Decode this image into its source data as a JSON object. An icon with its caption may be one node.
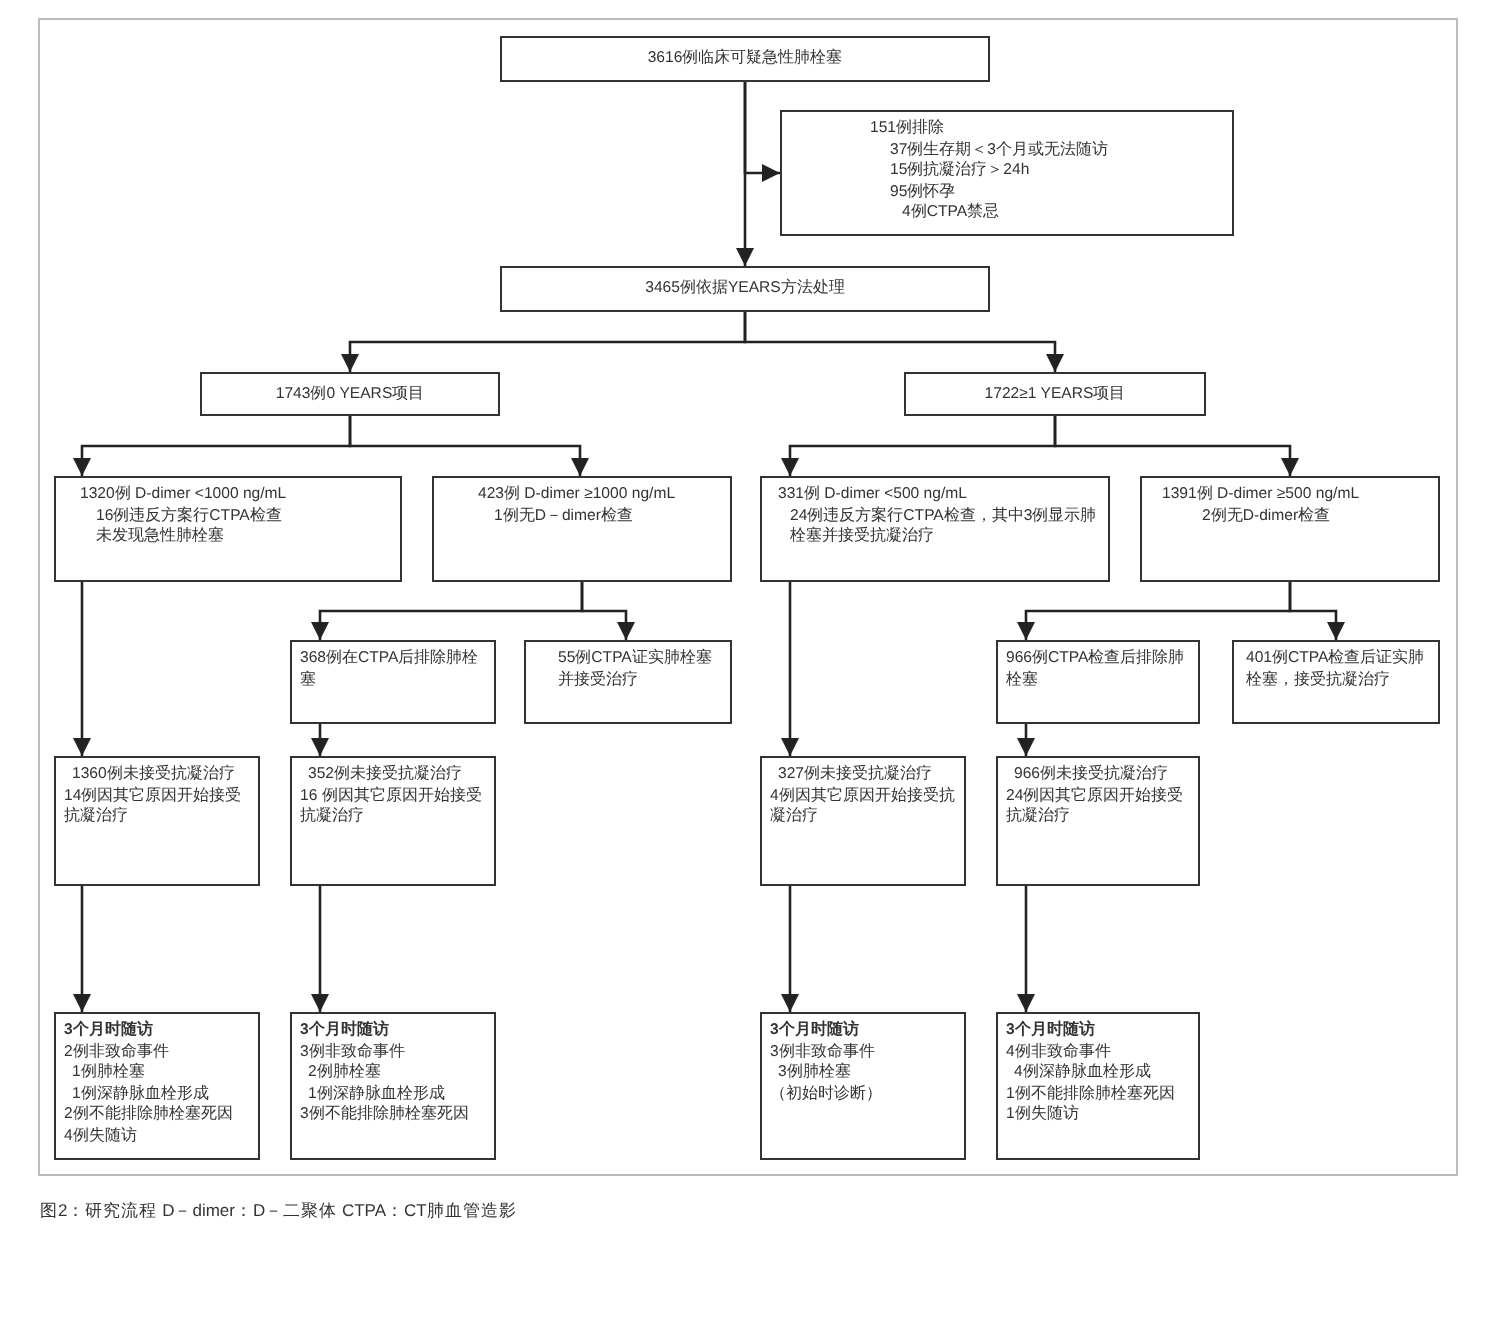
{
  "diagram": {
    "caption": "图2：研究流程 D－dimer：D－二聚体 CTPA：CT肺血管造影",
    "nodes": [
      {
        "text": [
          "3616例临床可疑急性肺栓塞"
        ]
      },
      {
        "text": [
          "151例排除",
          "37例生存期＜3个月或无法随访",
          "15例抗凝治疗＞24h",
          "95例怀孕",
          "4例CTPA禁忌"
        ]
      },
      {
        "text": [
          "3465例依据YEARS方法处理"
        ]
      },
      {
        "text": [
          "1743例0 YEARS项目"
        ]
      },
      {
        "text": [
          "1722≥1 YEARS项目"
        ]
      },
      {
        "text": [
          "1320例 D-dimer <1000 ng/mL",
          "16例违反方案行CTPA检查",
          "未发现急性肺栓塞"
        ]
      },
      {
        "text": [
          "423例 D-dimer ≥1000 ng/mL",
          "1例无D－dimer检查"
        ]
      },
      {
        "text": [
          "331例 D-dimer <500 ng/mL",
          "24例违反方案行CTPA检查，其中3例显示肺栓塞并接受抗凝治疗"
        ]
      },
      {
        "text": [
          "1391例 D-dimer ≥500 ng/mL",
          "2例无D-dimer检查"
        ]
      },
      {
        "text": [
          "368例在CTPA后排除肺栓塞"
        ]
      },
      {
        "text": [
          "55例CTPA证实肺栓塞并接受治疗"
        ]
      },
      {
        "text": [
          "966例CTPA检查后排除肺栓塞"
        ]
      },
      {
        "text": [
          "401例CTPA检查后证实肺栓塞，接受抗凝治疗"
        ]
      },
      {
        "text": [
          "1360例未接受抗凝治疗",
          "14例因其它原因开始接受抗凝治疗"
        ]
      },
      {
        "text": [
          "352例未接受抗凝治疗",
          "16 例因其它原因开始接受抗凝治疗"
        ]
      },
      {
        "text": [
          "327例未接受抗凝治疗",
          "4例因其它原因开始接受抗凝治疗"
        ]
      },
      {
        "text": [
          "966例未接受抗凝治疗",
          "24例因其它原因开始接受抗凝治疗"
        ]
      },
      {
        "text": [
          "3个月时随访",
          "2例非致命事件",
          "1例肺栓塞",
          "1例深静脉血栓形成",
          "2例不能排除肺栓塞死因",
          "4例失随访"
        ]
      },
      {
        "text": [
          "3个月时随访",
          "3例非致命事件",
          "2例肺栓塞",
          "1例深静脉血栓形成",
          "3例不能排除肺栓塞死因"
        ]
      },
      {
        "text": [
          "3个月时随访",
          "3例非致命事件",
          "3例肺栓塞",
          "（初始时诊断）"
        ]
      },
      {
        "text": [
          "3个月时随访",
          "4例非致命事件",
          "4例深静脉血栓形成",
          "1例不能排除肺栓塞死因",
          "1例失随访"
        ]
      }
    ],
    "edges": [
      {
        "from": 0,
        "to": 2,
        "arrow": "to"
      },
      {
        "from": 0,
        "to": 1,
        "arrow": "to"
      },
      {
        "from": 2,
        "to": 3,
        "arrow": "to"
      },
      {
        "from": 2,
        "to": 4,
        "arrow": "to"
      },
      {
        "from": 3,
        "to": 5,
        "arrow": "to"
      },
      {
        "from": 3,
        "to": 6,
        "arrow": "to"
      },
      {
        "from": 4,
        "to": 7,
        "arrow": "to"
      },
      {
        "from": 4,
        "to": 8,
        "arrow": "to"
      },
      {
        "from": 6,
        "to": 9,
        "arrow": "to"
      },
      {
        "from": 6,
        "to": 10,
        "arrow": "to"
      },
      {
        "from": 8,
        "to": 11,
        "arrow": "to"
      },
      {
        "from": 8,
        "to": 12,
        "arrow": "to"
      },
      {
        "from": 5,
        "to": 13,
        "arrow": "to"
      },
      {
        "from": 9,
        "to": 14,
        "arrow": "to"
      },
      {
        "from": 7,
        "to": 15,
        "arrow": "to"
      },
      {
        "from": 11,
        "to": 16,
        "arrow": "to"
      },
      {
        "from": 13,
        "to": 17,
        "arrow": "to"
      },
      {
        "from": 14,
        "to": 18,
        "arrow": "to"
      },
      {
        "from": 15,
        "to": 19,
        "arrow": "to"
      },
      {
        "from": 16,
        "to": 20,
        "arrow": "to"
      }
    ]
  }
}
